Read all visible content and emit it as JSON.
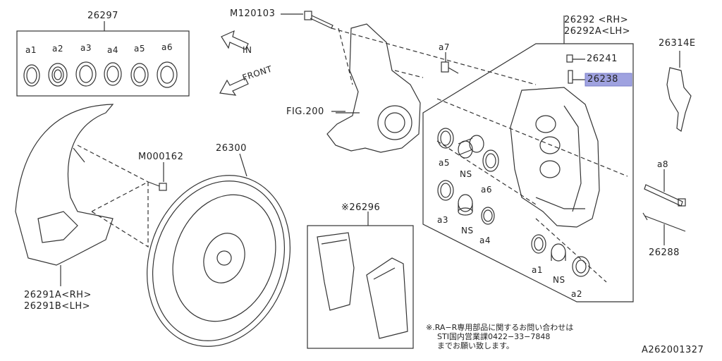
{
  "callouts": {
    "seal_kit": "26297",
    "seal_a1": "a1",
    "seal_a2": "a2",
    "seal_a3": "a3",
    "seal_a4": "a4",
    "seal_a5": "a5",
    "seal_a6": "a6",
    "bolt_m120103": "M120103",
    "dir_in": "IN",
    "dir_front": "FRONT",
    "fig200": "FIG.200",
    "caliper_rh": "26292 <RH>",
    "caliper_lh": "26292A<LH>",
    "bleeder_a7": "a7",
    "cap_26241": "26241",
    "bleeder_26238": "26238",
    "spring_26314e": "26314E",
    "bolt_m000162": "M000162",
    "rotor_26300": "26300",
    "caliper_a5": "a5",
    "caliper_ns1": "NS",
    "caliper_a6": "a6",
    "caliper_a3": "a3",
    "caliper_ns2": "NS",
    "caliper_a4": "a4",
    "pin_a8": "a8",
    "pin_26288": "26288",
    "pads_26296": "※26296",
    "caliper_a1": "a1",
    "caliper_ns3": "NS",
    "caliper_a2": "a2",
    "cover_rh": "26291A<RH>",
    "cover_lh": "26291B<LH>",
    "diagram_id": "A262001327"
  },
  "note": {
    "line1": "※.RA−R専用部品に関するお問い合わせは",
    "line2": "STI国内営業課0422−33−7848",
    "line3": "までお願い致します。"
  },
  "colors": {
    "line": "#333333",
    "highlight": "#9fa2e0"
  }
}
